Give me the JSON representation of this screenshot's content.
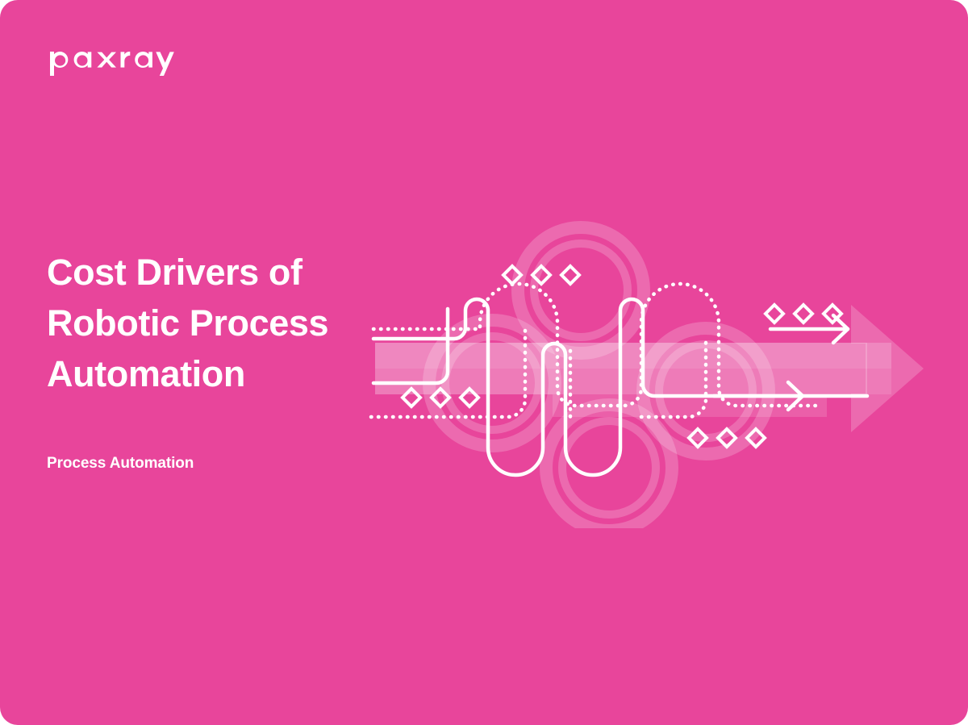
{
  "slide": {
    "background_color": "#e8459b",
    "accent_light_color": "#f6a3c8",
    "text_color": "#ffffff",
    "corner_radius": "22px"
  },
  "brand": {
    "name": "paxray",
    "logo_icon": "paxray-wordmark"
  },
  "headline": {
    "line1": "Cost Drivers of",
    "line2": "Robotic Process",
    "line3": "Automation",
    "full_text": "Cost Drivers of Robotic Process Automation"
  },
  "subtitle": {
    "label": "Process Automation"
  },
  "artwork": {
    "name": "process-automation-flow-illustration",
    "description": "Abstract process-flow diagram with white solid and dotted rounded paths, diamond markers, translucent rings, bars and a large right-pointing arrow",
    "stroke_color": "#ffffff",
    "overlay_color": "rgba(255,255,255,0.20)",
    "elements": [
      "solid-rounded-path",
      "dotted-rounded-path",
      "diamond-marker-group",
      "concentric-rings",
      "translucent-bar",
      "large-arrow",
      "white-arrow-solid",
      "white-arrow-dotted"
    ]
  }
}
